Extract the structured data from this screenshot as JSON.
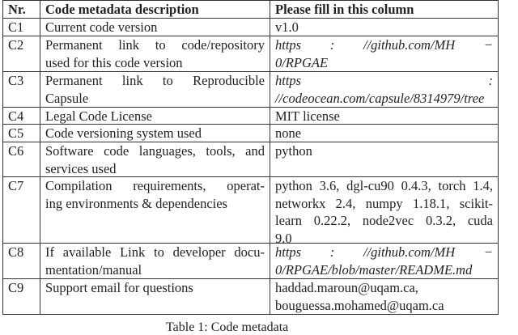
{
  "header": [
    "Nr.",
    "Code metadata description",
    "Please fill in this column"
  ],
  "rows": [
    {
      "nr": "C1",
      "desc": [
        "Current code version"
      ],
      "val": [
        "v1.0"
      ]
    },
    {
      "nr": "C2",
      "desc": [
        "Permanent link to code/repository",
        "used for this code version"
      ],
      "val": [
        "https : //github.com/MH −",
        "0/RPGAE"
      ]
    },
    {
      "nr": "C3",
      "desc": [
        "Permanent link to Reproducible",
        "Capsule"
      ],
      "val": [
        "https :",
        "//codeocean.com/capsule/8314979/tree"
      ]
    },
    {
      "nr": "C4",
      "desc": [
        "Legal Code License"
      ],
      "val": [
        "MIT license"
      ]
    },
    {
      "nr": "C5",
      "desc": [
        "Code versioning system used"
      ],
      "val": [
        "none"
      ]
    },
    {
      "nr": "C6",
      "desc": [
        "Software code languages, tools, and",
        "services used"
      ],
      "val": [
        "python"
      ]
    },
    {
      "nr": "C7",
      "desc": [
        "Compilation requirements, operat-",
        "ing environments & dependencies"
      ],
      "val": [
        "python 3.6, dgl-cu90 0.4.3, torch 1.4,",
        "networkx 2.4, numpy 1.18.1, scikit-",
        "learn 0.22.2, node2vec 0.3.2, cuda",
        "9.0"
      ]
    },
    {
      "nr": "C8",
      "desc": [
        "If available Link to developer docu-",
        "mentation/manual"
      ],
      "val": [
        "https : //github.com/MH −",
        "0/RPGAE/blob/master/README.md"
      ]
    },
    {
      "nr": "C9",
      "desc": [
        "Support email for questions"
      ],
      "val": [
        "haddad.maroun@uqam.ca,",
        "bouguessa.mohamed@uqam.ca"
      ]
    }
  ],
  "caption": "Table 1: Code metadata"
}
